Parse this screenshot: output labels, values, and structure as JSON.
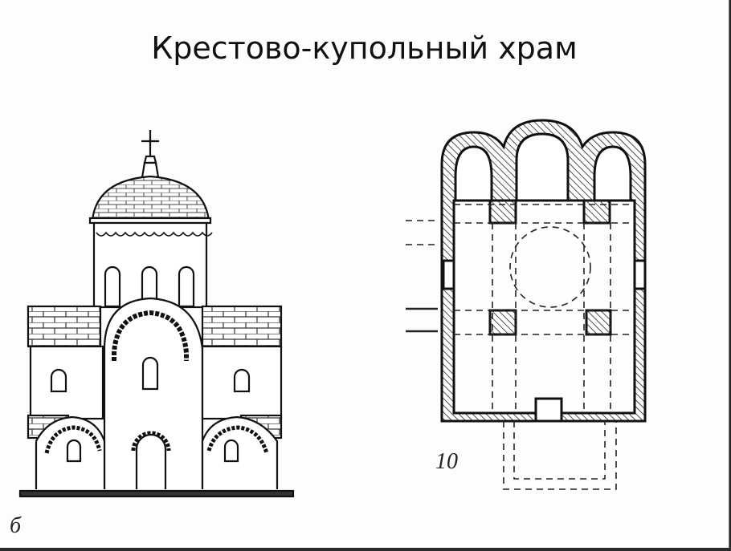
{
  "slide": {
    "title": "Крестово-купольный храм",
    "figures": [
      {
        "id": "elevation",
        "description": "Facade elevation of cross-domed church",
        "label": "б"
      },
      {
        "id": "plan",
        "description": "Floor plan of cross-domed church with three apses and four piers",
        "label": "10"
      }
    ]
  },
  "colors": {
    "background": "#fdfdfd",
    "ink": "#111111",
    "frame": "#2b2b2b"
  }
}
